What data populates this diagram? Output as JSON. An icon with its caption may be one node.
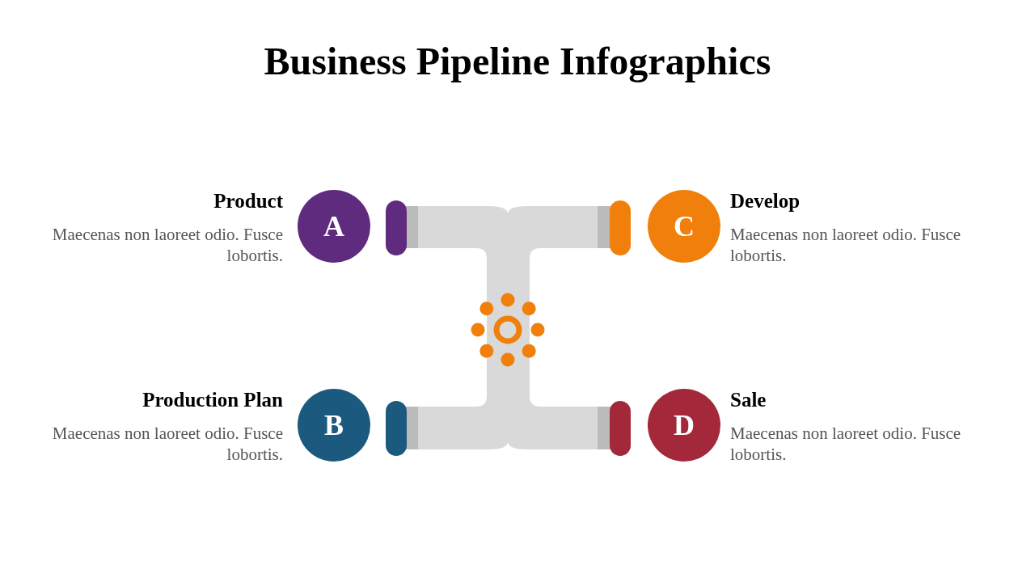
{
  "diagram": {
    "title": "Business Pipeline Infographics",
    "nodes": [
      {
        "text": [
          "A"
        ],
        "beside": [
          "Product",
          "Maecenas non laoreet odio. Fusce lobortis."
        ]
      },
      {
        "text": [
          "B"
        ],
        "beside": [
          "Production Plan",
          "Maecenas non laoreet odio. Fusce lobortis."
        ]
      },
      {
        "text": [
          "C"
        ],
        "beside": [
          "Develop",
          "Maecenas non laoreet odio. Fusce lobortis."
        ]
      },
      {
        "text": [
          "D"
        ],
        "beside": [
          "Sale",
          "Maecenas non laoreet odio. Fusce lobortis."
        ]
      }
    ],
    "edges": []
  }
}
